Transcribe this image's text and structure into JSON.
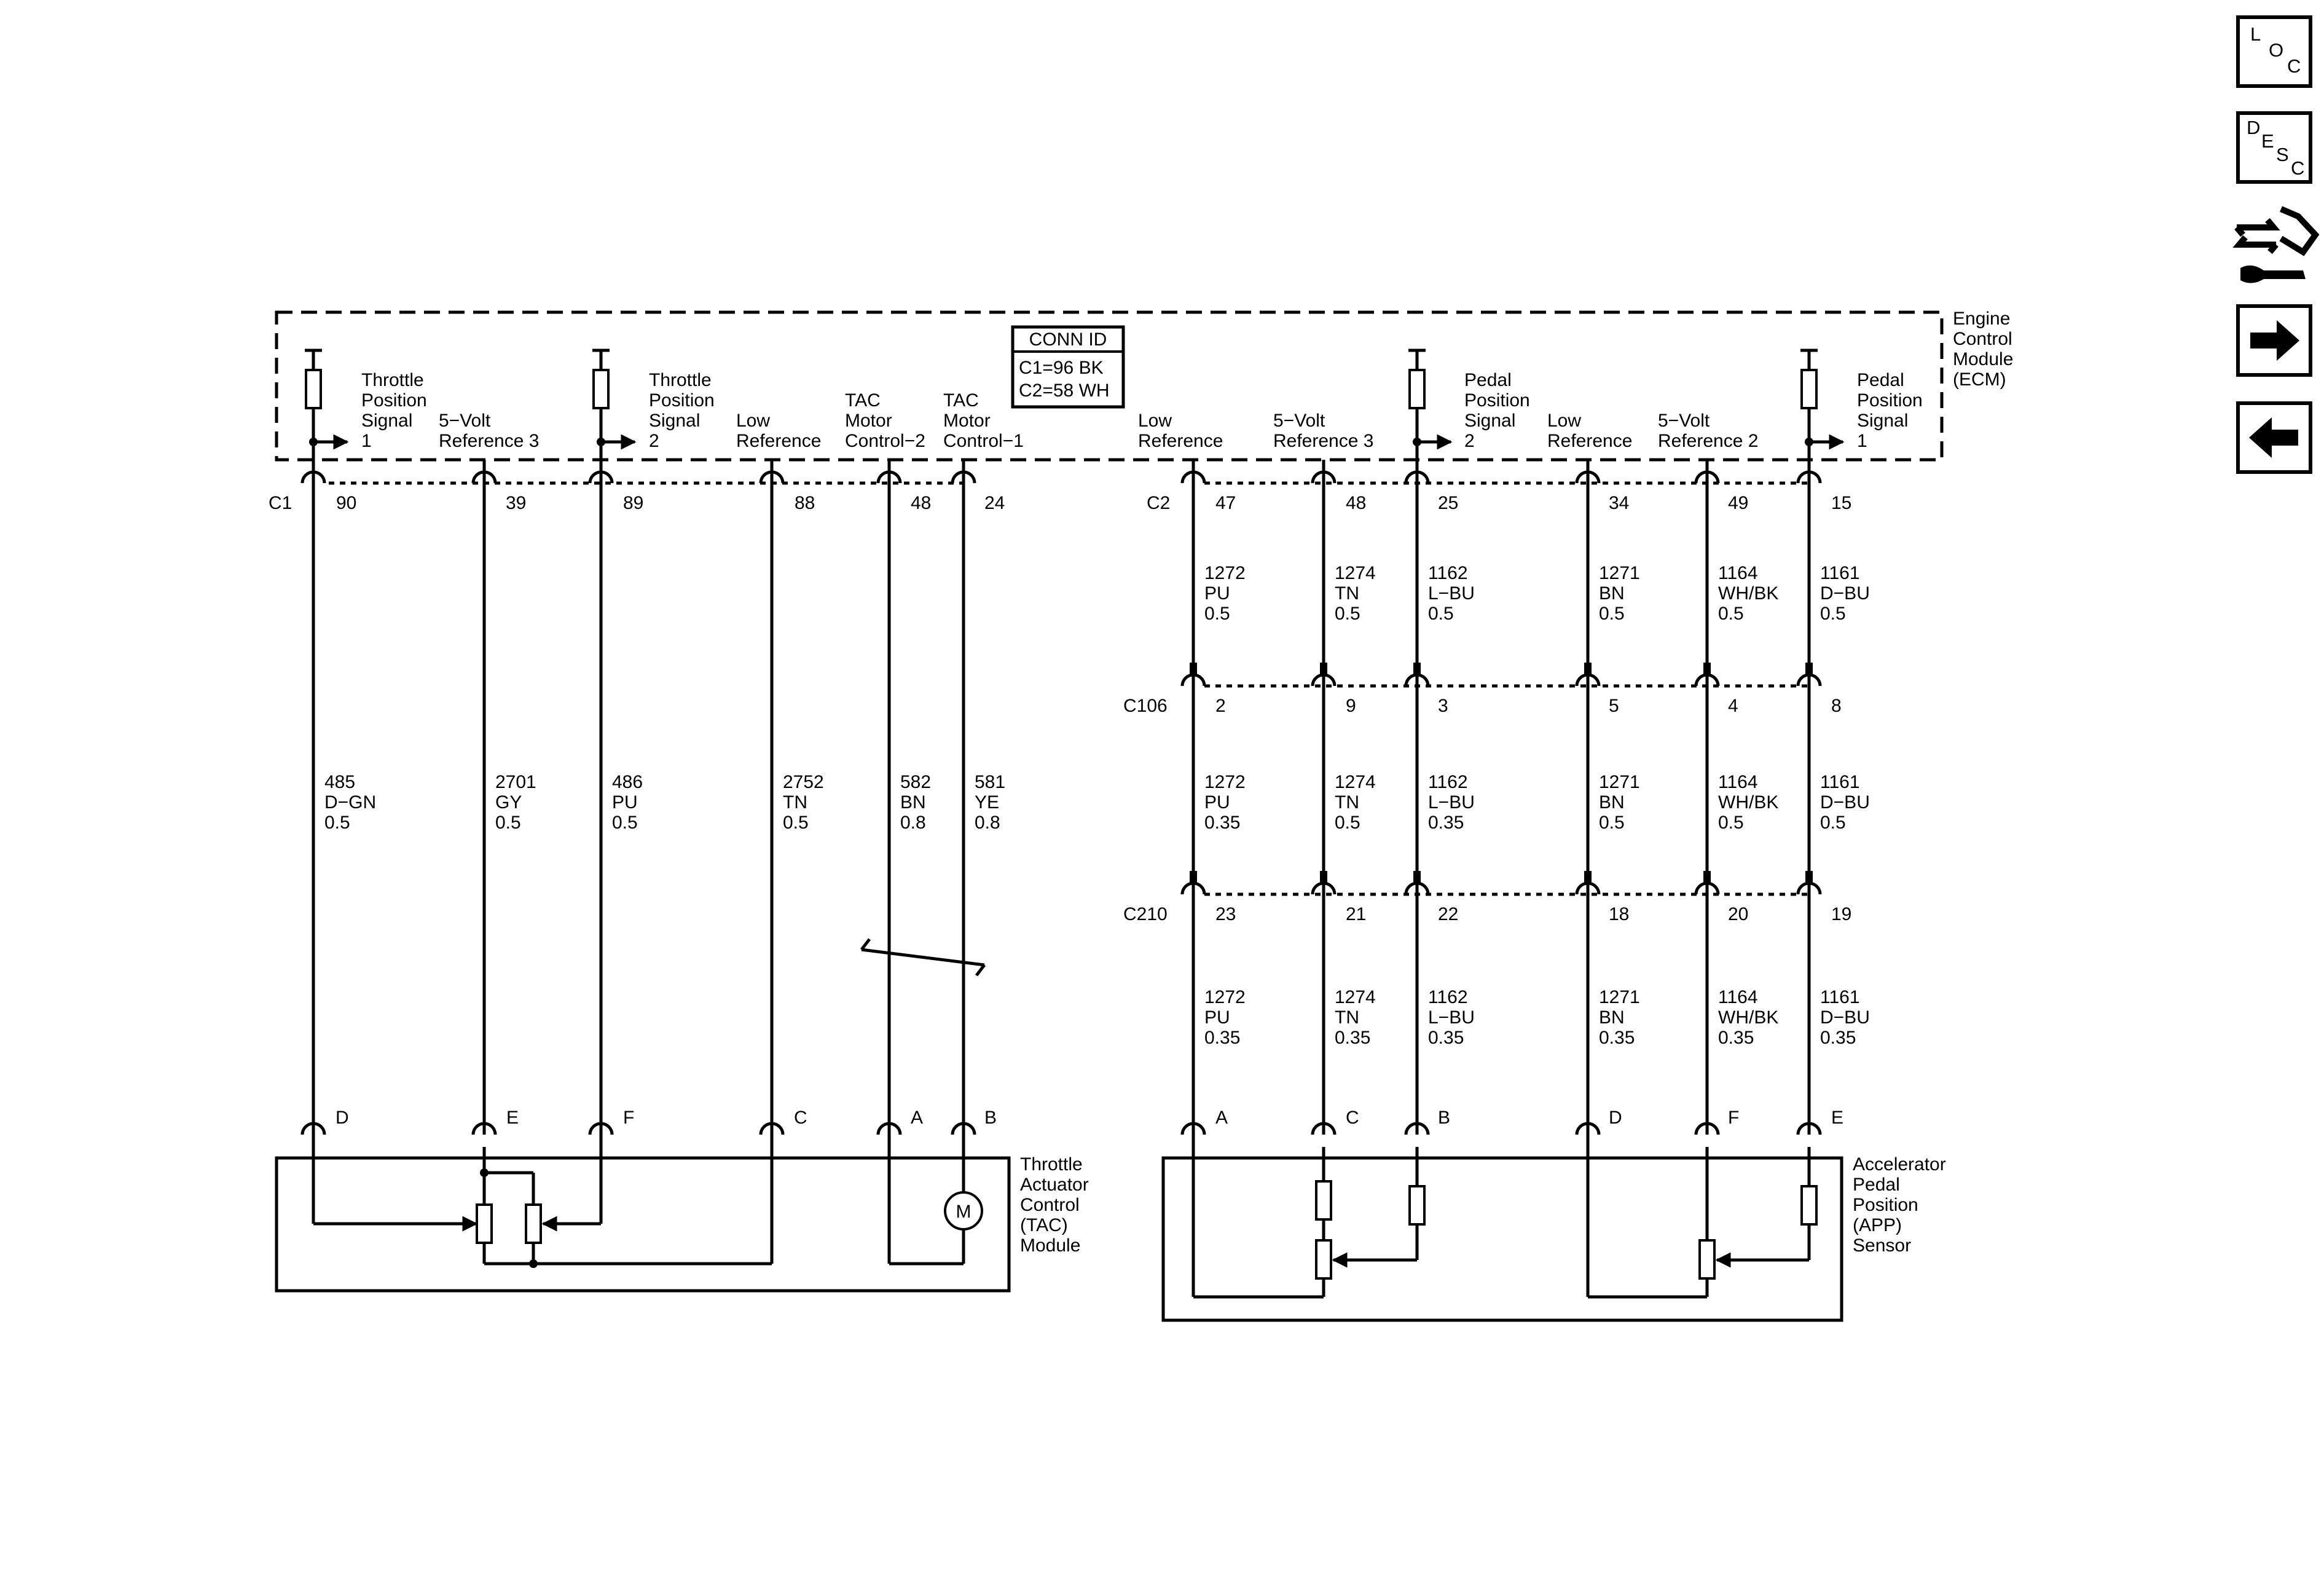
{
  "conn_id": {
    "title": "CONN ID",
    "c1": "C1=96 BK",
    "c2": "C2=58 WH"
  },
  "ecm": {
    "l1": "Engine",
    "l2": "Control",
    "l3": "Module",
    "l4": "(ECM)"
  },
  "connectors": {
    "c1": "C1",
    "c2": "C2",
    "c106": "C106",
    "c210": "C210"
  },
  "ecm_pins_left": [
    {
      "l1": "Throttle",
      "l2": "Position",
      "l3": "Signal",
      "l4": "1",
      "pin": "90",
      "sensor_pin": "D"
    },
    {
      "l1": "5−Volt",
      "l2": "Reference 3",
      "pin": "39",
      "sensor_pin": "E"
    },
    {
      "l1": "Throttle",
      "l2": "Position",
      "l3": "Signal",
      "l4": "2",
      "pin": "89",
      "sensor_pin": "F"
    },
    {
      "l1": "Low",
      "l2": "Reference",
      "pin": "88",
      "sensor_pin": "C"
    },
    {
      "l1": "TAC",
      "l2": "Motor",
      "l3": "Control−2",
      "pin": "48",
      "sensor_pin": "A"
    },
    {
      "l1": "TAC",
      "l2": "Motor",
      "l3": "Control−1",
      "pin": "24",
      "sensor_pin": "B"
    }
  ],
  "wires_left": [
    {
      "circuit": "485",
      "color": "D−GN",
      "gauge": "0.5"
    },
    {
      "circuit": "2701",
      "color": "GY",
      "gauge": "0.5"
    },
    {
      "circuit": "486",
      "color": "PU",
      "gauge": "0.5"
    },
    {
      "circuit": "2752",
      "color": "TN",
      "gauge": "0.5"
    },
    {
      "circuit": "582",
      "color": "BN",
      "gauge": "0.8"
    },
    {
      "circuit": "581",
      "color": "YE",
      "gauge": "0.8"
    }
  ],
  "ecm_pins_right": [
    {
      "l1": "Low",
      "l2": "Reference",
      "pin": "47",
      "c106": "2",
      "c210": "23",
      "sensor_pin": "A"
    },
    {
      "l1": "5−Volt",
      "l2": "Reference 3",
      "pin": "48",
      "c106": "9",
      "c210": "21",
      "sensor_pin": "C"
    },
    {
      "l1": "Pedal",
      "l2": "Position",
      "l3": "Signal",
      "l4": "2",
      "pin": "25",
      "c106": "3",
      "c210": "22",
      "sensor_pin": "B"
    },
    {
      "l1": "Low",
      "l2": "Reference",
      "pin": "34",
      "c106": "5",
      "c210": "18",
      "sensor_pin": "D"
    },
    {
      "l1": "5−Volt",
      "l2": "Reference 2",
      "pin": "49",
      "c106": "4",
      "c210": "20",
      "sensor_pin": "F"
    },
    {
      "l1": "Pedal",
      "l2": "Position",
      "l3": "Signal",
      "l4": "1",
      "pin": "15",
      "c106": "8",
      "c210": "19",
      "sensor_pin": "E"
    }
  ],
  "wires_right": [
    {
      "circuit": "1272",
      "color": "PU",
      "g1": "0.5",
      "g2": "0.35",
      "g3": "0.35"
    },
    {
      "circuit": "1274",
      "color": "TN",
      "g1": "0.5",
      "g2": "0.5",
      "g3": "0.35"
    },
    {
      "circuit": "1162",
      "color": "L−BU",
      "g1": "0.5",
      "g2": "0.35",
      "g3": "0.35"
    },
    {
      "circuit": "1271",
      "color": "BN",
      "g1": "0.5",
      "g2": "0.5",
      "g3": "0.35"
    },
    {
      "circuit": "1164",
      "color": "WH/BK",
      "g1": "0.5",
      "g2": "0.5",
      "g3": "0.35"
    },
    {
      "circuit": "1161",
      "color": "D−BU",
      "g1": "0.5",
      "g2": "0.5",
      "g3": "0.35"
    }
  ],
  "tac_module": {
    "l1": "Throttle",
    "l2": "Actuator",
    "l3": "Control",
    "l4": "(TAC)",
    "l5": "Module",
    "motor": "M"
  },
  "app_sensor": {
    "l1": "Accelerator",
    "l2": "Pedal",
    "l3": "Position",
    "l4": "(APP)",
    "l5": "Sensor"
  },
  "nav": {
    "loc": {
      "a": "L",
      "b": "O",
      "c": "C"
    },
    "desc": {
      "a": "D",
      "b": "E",
      "c": "S",
      "d": "C"
    },
    "icons": [
      "loc-icon",
      "desc-icon",
      "wiring-tool-icon",
      "arrow-right-icon",
      "arrow-left-icon"
    ]
  }
}
